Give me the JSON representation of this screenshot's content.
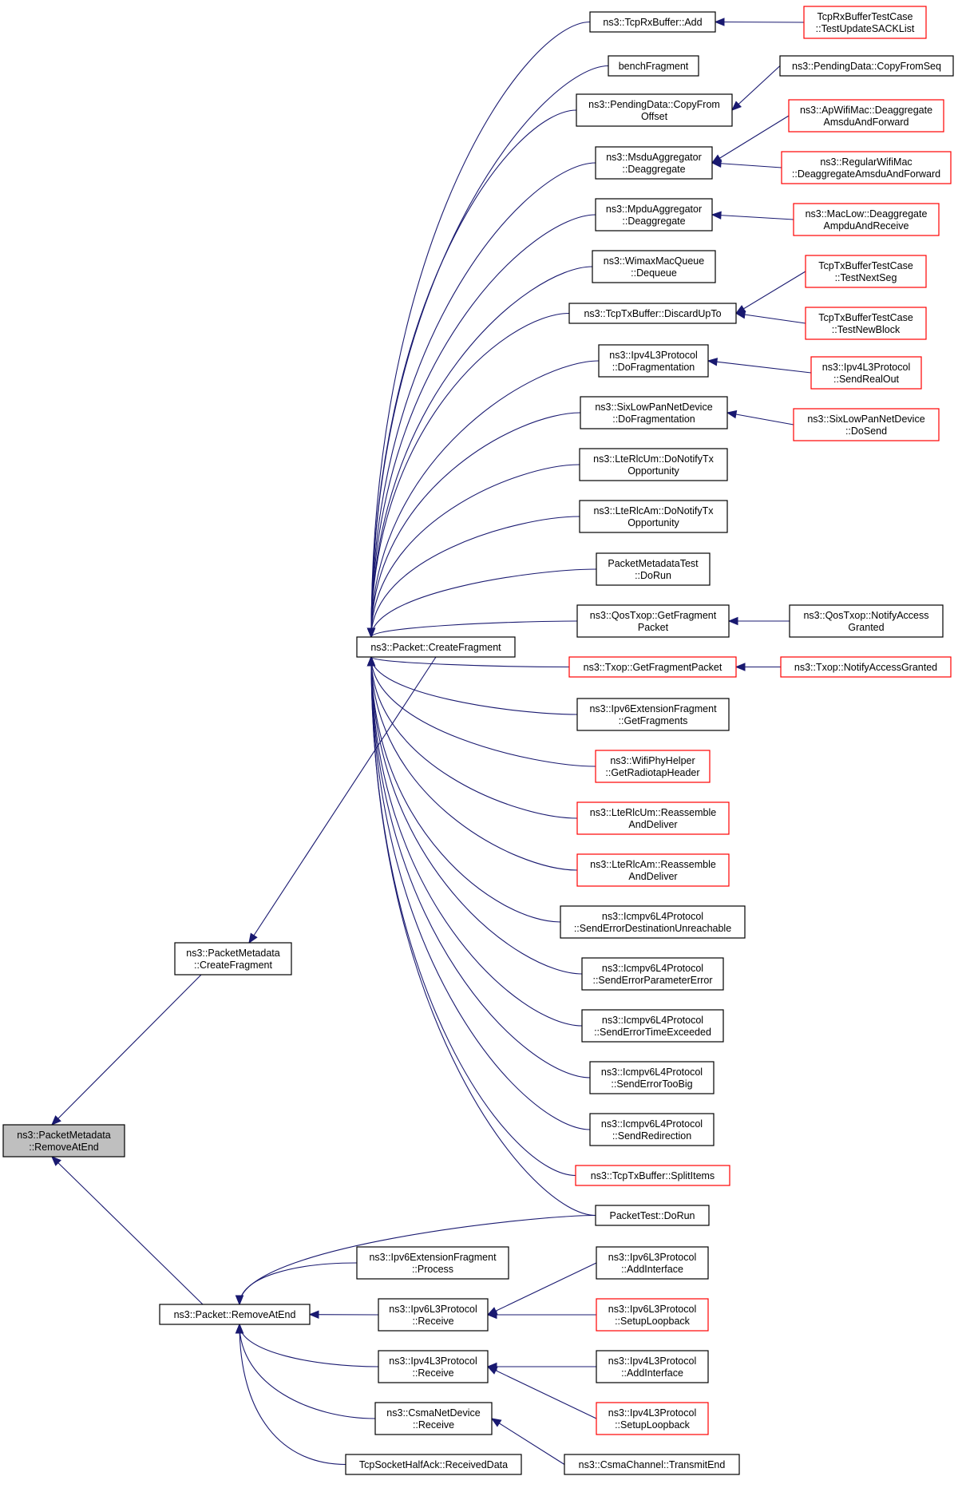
{
  "nodes": [
    {
      "id": "root",
      "lines": [
        "ns3::PacketMetadata",
        "::RemoveAtEnd"
      ],
      "style": "root"
    },
    {
      "id": "pm_cf",
      "lines": [
        "ns3::PacketMetadata",
        "::CreateFragment"
      ],
      "style": "normal"
    },
    {
      "id": "p_cf",
      "lines": [
        "ns3::Packet::CreateFragment"
      ],
      "style": "normal"
    },
    {
      "id": "p_rae",
      "lines": [
        "ns3::Packet::RemoveAtEnd"
      ],
      "style": "normal"
    },
    {
      "id": "tcprx_add",
      "lines": [
        "ns3::TcpRxBuffer::Add"
      ],
      "style": "normal"
    },
    {
      "id": "bench",
      "lines": [
        "benchFragment"
      ],
      "style": "normal"
    },
    {
      "id": "pd_cfo",
      "lines": [
        "ns3::PendingData::CopyFrom",
        "Offset"
      ],
      "style": "normal"
    },
    {
      "id": "msdu",
      "lines": [
        "ns3::MsduAggregator",
        "::Deaggregate"
      ],
      "style": "normal"
    },
    {
      "id": "mpdu",
      "lines": [
        "ns3::MpduAggregator",
        "::Deaggregate"
      ],
      "style": "normal"
    },
    {
      "id": "wimax",
      "lines": [
        "ns3::WimaxMacQueue",
        "::Dequeue"
      ],
      "style": "normal"
    },
    {
      "id": "tcptx_disc",
      "lines": [
        "ns3::TcpTxBuffer::DiscardUpTo"
      ],
      "style": "normal"
    },
    {
      "id": "ipv4_dofrag",
      "lines": [
        "ns3::Ipv4L3Protocol",
        "::DoFragmentation"
      ],
      "style": "normal"
    },
    {
      "id": "sixlow_dofrag",
      "lines": [
        "ns3::SixLowPanNetDevice",
        "::DoFragmentation"
      ],
      "style": "normal"
    },
    {
      "id": "lteum_notify",
      "lines": [
        "ns3::LteRlcUm::DoNotifyTx",
        "Opportunity"
      ],
      "style": "normal"
    },
    {
      "id": "lteam_notify",
      "lines": [
        "ns3::LteRlcAm::DoNotifyTx",
        "Opportunity"
      ],
      "style": "normal"
    },
    {
      "id": "pmtest",
      "lines": [
        "PacketMetadataTest",
        "::DoRun"
      ],
      "style": "normal"
    },
    {
      "id": "qos_getfrag",
      "lines": [
        "ns3::QosTxop::GetFragment",
        "Packet"
      ],
      "style": "normal"
    },
    {
      "id": "txop_getfrag",
      "lines": [
        "ns3::Txop::GetFragmentPacket"
      ],
      "style": "red"
    },
    {
      "id": "ipv6ext_getfrags",
      "lines": [
        "ns3::Ipv6ExtensionFragment",
        "::GetFragments"
      ],
      "style": "normal"
    },
    {
      "id": "wifiphy",
      "lines": [
        "ns3::WifiPhyHelper",
        "::GetRadiotapHeader"
      ],
      "style": "red"
    },
    {
      "id": "lteum_reasm",
      "lines": [
        "ns3::LteRlcUm::Reassemble",
        "AndDeliver"
      ],
      "style": "red"
    },
    {
      "id": "lteam_reasm",
      "lines": [
        "ns3::LteRlcAm::Reassemble",
        "AndDeliver"
      ],
      "style": "red"
    },
    {
      "id": "icmp_dest",
      "lines": [
        "ns3::Icmpv6L4Protocol",
        "::SendErrorDestinationUnreachable"
      ],
      "style": "normal"
    },
    {
      "id": "icmp_param",
      "lines": [
        "ns3::Icmpv6L4Protocol",
        "::SendErrorParameterError"
      ],
      "style": "normal"
    },
    {
      "id": "icmp_time",
      "lines": [
        "ns3::Icmpv6L4Protocol",
        "::SendErrorTimeExceeded"
      ],
      "style": "normal"
    },
    {
      "id": "icmp_big",
      "lines": [
        "ns3::Icmpv6L4Protocol",
        "::SendErrorTooBig"
      ],
      "style": "normal"
    },
    {
      "id": "icmp_redir",
      "lines": [
        "ns3::Icmpv6L4Protocol",
        "::SendRedirection"
      ],
      "style": "normal"
    },
    {
      "id": "tcptx_split",
      "lines": [
        "ns3::TcpTxBuffer::SplitItems"
      ],
      "style": "red"
    },
    {
      "id": "packettest",
      "lines": [
        "PacketTest::DoRun"
      ],
      "style": "normal"
    },
    {
      "id": "ipv6ext_proc",
      "lines": [
        "ns3::Ipv6ExtensionFragment",
        "::Process"
      ],
      "style": "normal"
    },
    {
      "id": "ipv6_recv",
      "lines": [
        "ns3::Ipv6L3Protocol",
        "::Receive"
      ],
      "style": "normal"
    },
    {
      "id": "ipv4_recv",
      "lines": [
        "ns3::Ipv4L3Protocol",
        "::Receive"
      ],
      "style": "normal"
    },
    {
      "id": "csma_recv",
      "lines": [
        "ns3::CsmaNetDevice",
        "::Receive"
      ],
      "style": "normal"
    },
    {
      "id": "tcphalf",
      "lines": [
        "TcpSocketHalfAck::ReceivedData"
      ],
      "style": "normal"
    },
    {
      "id": "tcprx_test",
      "lines": [
        "TcpRxBufferTestCase",
        "::TestUpdateSACKList"
      ],
      "style": "red"
    },
    {
      "id": "pd_cfs",
      "lines": [
        "ns3::PendingData::CopyFromSeq"
      ],
      "style": "normal"
    },
    {
      "id": "apwifi",
      "lines": [
        "ns3::ApWifiMac::Deaggregate",
        "AmsduAndForward"
      ],
      "style": "red"
    },
    {
      "id": "regwifi",
      "lines": [
        "ns3::RegularWifiMac",
        "::DeaggregateAmsduAndForward"
      ],
      "style": "red"
    },
    {
      "id": "maclow",
      "lines": [
        "ns3::MacLow::Deaggregate",
        "AmpduAndReceive"
      ],
      "style": "red"
    },
    {
      "id": "tcptx_nextseg",
      "lines": [
        "TcpTxBufferTestCase",
        "::TestNextSeg"
      ],
      "style": "red"
    },
    {
      "id": "tcptx_newblock",
      "lines": [
        "TcpTxBufferTestCase",
        "::TestNewBlock"
      ],
      "style": "red"
    },
    {
      "id": "ipv4_sendreal",
      "lines": [
        "ns3::Ipv4L3Protocol",
        "::SendRealOut"
      ],
      "style": "red"
    },
    {
      "id": "sixlow_dosend",
      "lines": [
        "ns3::SixLowPanNetDevice",
        "::DoSend"
      ],
      "style": "red"
    },
    {
      "id": "qos_notify",
      "lines": [
        "ns3::QosTxop::NotifyAccess",
        "Granted"
      ],
      "style": "normal"
    },
    {
      "id": "txop_notify",
      "lines": [
        "ns3::Txop::NotifyAccessGranted"
      ],
      "style": "red"
    },
    {
      "id": "ipv6_addif",
      "lines": [
        "ns3::Ipv6L3Protocol",
        "::AddInterface"
      ],
      "style": "normal"
    },
    {
      "id": "ipv6_setup",
      "lines": [
        "ns3::Ipv6L3Protocol",
        "::SetupLoopback"
      ],
      "style": "red"
    },
    {
      "id": "ipv4_addif",
      "lines": [
        "ns3::Ipv4L3Protocol",
        "::AddInterface"
      ],
      "style": "normal"
    },
    {
      "id": "ipv4_setup",
      "lines": [
        "ns3::Ipv4L3Protocol",
        "::SetupLoopback"
      ],
      "style": "red"
    },
    {
      "id": "csmachan",
      "lines": [
        "ns3::CsmaChannel::TransmitEnd"
      ],
      "style": "normal"
    }
  ],
  "edges": [
    {
      "from": "pm_cf",
      "to": "root"
    },
    {
      "from": "p_rae",
      "to": "root"
    },
    {
      "from": "p_cf",
      "to": "pm_cf"
    },
    {
      "from": "tcprx_add",
      "to": "p_cf"
    },
    {
      "from": "bench",
      "to": "p_cf"
    },
    {
      "from": "pd_cfo",
      "to": "p_cf"
    },
    {
      "from": "msdu",
      "to": "p_cf"
    },
    {
      "from": "mpdu",
      "to": "p_cf"
    },
    {
      "from": "wimax",
      "to": "p_cf"
    },
    {
      "from": "tcptx_disc",
      "to": "p_cf"
    },
    {
      "from": "ipv4_dofrag",
      "to": "p_cf"
    },
    {
      "from": "sixlow_dofrag",
      "to": "p_cf"
    },
    {
      "from": "lteum_notify",
      "to": "p_cf"
    },
    {
      "from": "lteam_notify",
      "to": "p_cf"
    },
    {
      "from": "pmtest",
      "to": "p_cf"
    },
    {
      "from": "qos_getfrag",
      "to": "p_cf"
    },
    {
      "from": "txop_getfrag",
      "to": "p_cf"
    },
    {
      "from": "ipv6ext_getfrags",
      "to": "p_cf"
    },
    {
      "from": "wifiphy",
      "to": "p_cf"
    },
    {
      "from": "lteum_reasm",
      "to": "p_cf"
    },
    {
      "from": "lteam_reasm",
      "to": "p_cf"
    },
    {
      "from": "icmp_dest",
      "to": "p_cf"
    },
    {
      "from": "icmp_param",
      "to": "p_cf"
    },
    {
      "from": "icmp_time",
      "to": "p_cf"
    },
    {
      "from": "icmp_big",
      "to": "p_cf"
    },
    {
      "from": "icmp_redir",
      "to": "p_cf"
    },
    {
      "from": "tcptx_split",
      "to": "p_cf"
    },
    {
      "from": "packettest",
      "to": "p_cf"
    },
    {
      "from": "tcprx_test",
      "to": "tcprx_add"
    },
    {
      "from": "pd_cfs",
      "to": "pd_cfo"
    },
    {
      "from": "apwifi",
      "to": "msdu"
    },
    {
      "from": "regwifi",
      "to": "msdu"
    },
    {
      "from": "maclow",
      "to": "mpdu"
    },
    {
      "from": "tcptx_nextseg",
      "to": "tcptx_disc"
    },
    {
      "from": "tcptx_newblock",
      "to": "tcptx_disc"
    },
    {
      "from": "ipv4_sendreal",
      "to": "ipv4_dofrag"
    },
    {
      "from": "sixlow_dosend",
      "to": "sixlow_dofrag"
    },
    {
      "from": "qos_notify",
      "to": "qos_getfrag"
    },
    {
      "from": "txop_notify",
      "to": "txop_getfrag"
    },
    {
      "from": "packettest",
      "to": "p_rae"
    },
    {
      "from": "ipv6ext_proc",
      "to": "p_rae"
    },
    {
      "from": "ipv6_recv",
      "to": "p_rae"
    },
    {
      "from": "ipv4_recv",
      "to": "p_rae"
    },
    {
      "from": "csma_recv",
      "to": "p_rae"
    },
    {
      "from": "tcphalf",
      "to": "p_rae"
    },
    {
      "from": "ipv6_addif",
      "to": "ipv6_recv"
    },
    {
      "from": "ipv6_setup",
      "to": "ipv6_recv"
    },
    {
      "from": "ipv4_addif",
      "to": "ipv4_recv"
    },
    {
      "from": "ipv4_setup",
      "to": "ipv4_recv"
    },
    {
      "from": "csmachan",
      "to": "csma_recv"
    }
  ],
  "colors": {
    "edge": "#191970",
    "node_border": "#000000",
    "truncated_border": "#ff0000",
    "root_fill": "#bfbfbf"
  }
}
